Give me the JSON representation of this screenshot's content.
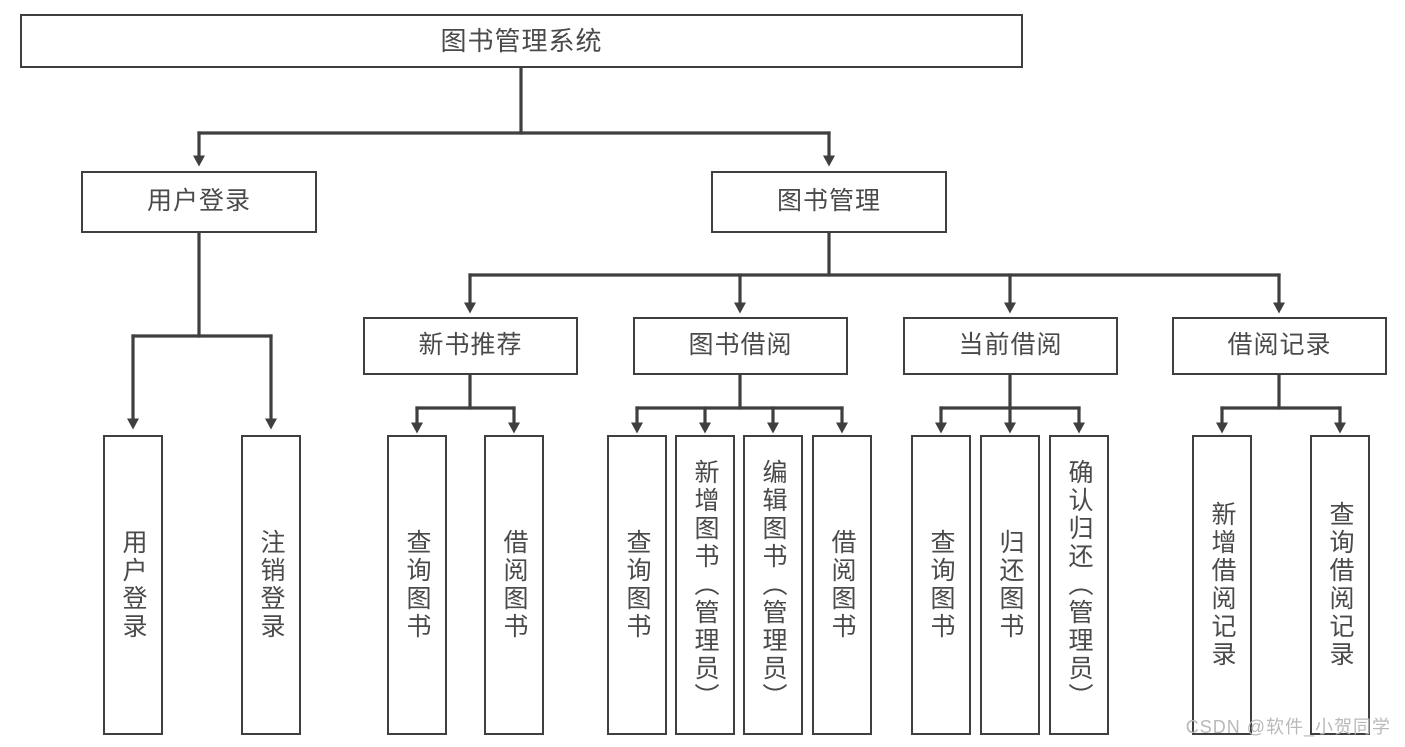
{
  "diagram": {
    "title": "图书管理系统",
    "type": "hierarchy-tree",
    "watermark": "CSDN @软件_小贺同学",
    "colors": {
      "box_border": "#3f3f3f",
      "box_fill": "#ffffff",
      "text": "#4a4a4a",
      "edge": "#3f3f3f",
      "watermark": "#b9b9b9",
      "background": "#ffffff"
    }
  },
  "nodes": {
    "root": {
      "label": "图书管理系统",
      "orientation": "horizontal",
      "level": 0
    },
    "user_login": {
      "label": "用户登录",
      "orientation": "horizontal",
      "level": 1
    },
    "book_manage": {
      "label": "图书管理",
      "orientation": "horizontal",
      "level": 1
    },
    "new_book_rec": {
      "label": "新书推荐",
      "orientation": "horizontal",
      "level": 2
    },
    "book_borrow": {
      "label": "图书借阅",
      "orientation": "horizontal",
      "level": 2
    },
    "current_borrow": {
      "label": "当前借阅",
      "orientation": "horizontal",
      "level": 2
    },
    "borrow_record": {
      "label": "借阅记录",
      "orientation": "horizontal",
      "level": 2
    },
    "leaf_user_login": {
      "label": "用户登录",
      "orientation": "vertical",
      "level": 2,
      "parent": "用户登录"
    },
    "leaf_logout": {
      "label": "注销登录",
      "orientation": "vertical",
      "level": 2,
      "parent": "用户登录"
    },
    "leaf_query_book_1": {
      "label": "查询图书",
      "orientation": "vertical",
      "level": 3,
      "parent": "新书推荐"
    },
    "leaf_borrow_book_1": {
      "label": "借阅图书",
      "orientation": "vertical",
      "level": 3,
      "parent": "新书推荐"
    },
    "leaf_query_book_2": {
      "label": "查询图书",
      "orientation": "vertical",
      "level": 3,
      "parent": "图书借阅"
    },
    "leaf_add_book": {
      "label": "新增图书（管理员）",
      "orientation": "vertical",
      "level": 3,
      "parent": "图书借阅"
    },
    "leaf_edit_book": {
      "label": "编辑图书（管理员）",
      "orientation": "vertical",
      "level": 3,
      "parent": "图书借阅"
    },
    "leaf_borrow_book_2": {
      "label": "借阅图书",
      "orientation": "vertical",
      "level": 3,
      "parent": "图书借阅"
    },
    "leaf_query_book_3": {
      "label": "查询图书",
      "orientation": "vertical",
      "level": 3,
      "parent": "当前借阅"
    },
    "leaf_return_book": {
      "label": "归还图书",
      "orientation": "vertical",
      "level": 3,
      "parent": "当前借阅"
    },
    "leaf_confirm_return": {
      "label": "确认归还（管理员）",
      "orientation": "vertical",
      "level": 3,
      "parent": "当前借阅"
    },
    "leaf_add_record": {
      "label": "新增借阅记录",
      "orientation": "vertical",
      "level": 3,
      "parent": "借阅记录"
    },
    "leaf_query_record": {
      "label": "查询借阅记录",
      "orientation": "vertical",
      "level": 3,
      "parent": "借阅记录"
    }
  },
  "edges": [
    {
      "from": "图书管理系统",
      "to": "用户登录"
    },
    {
      "from": "图书管理系统",
      "to": "图书管理"
    },
    {
      "from": "用户登录",
      "to": "用户登录"
    },
    {
      "from": "用户登录",
      "to": "注销登录"
    },
    {
      "from": "图书管理",
      "to": "新书推荐"
    },
    {
      "from": "图书管理",
      "to": "图书借阅"
    },
    {
      "from": "图书管理",
      "to": "当前借阅"
    },
    {
      "from": "图书管理",
      "to": "借阅记录"
    },
    {
      "from": "新书推荐",
      "to": "查询图书"
    },
    {
      "from": "新书推荐",
      "to": "借阅图书"
    },
    {
      "from": "图书借阅",
      "to": "查询图书"
    },
    {
      "from": "图书借阅",
      "to": "新增图书（管理员）"
    },
    {
      "from": "图书借阅",
      "to": "编辑图书（管理员）"
    },
    {
      "from": "图书借阅",
      "to": "借阅图书"
    },
    {
      "from": "当前借阅",
      "to": "查询图书"
    },
    {
      "from": "当前借阅",
      "to": "归还图书"
    },
    {
      "from": "当前借阅",
      "to": "确认归还（管理员）"
    },
    {
      "from": "借阅记录",
      "to": "新增借阅记录"
    },
    {
      "from": "借阅记录",
      "to": "查询借阅记录"
    }
  ]
}
